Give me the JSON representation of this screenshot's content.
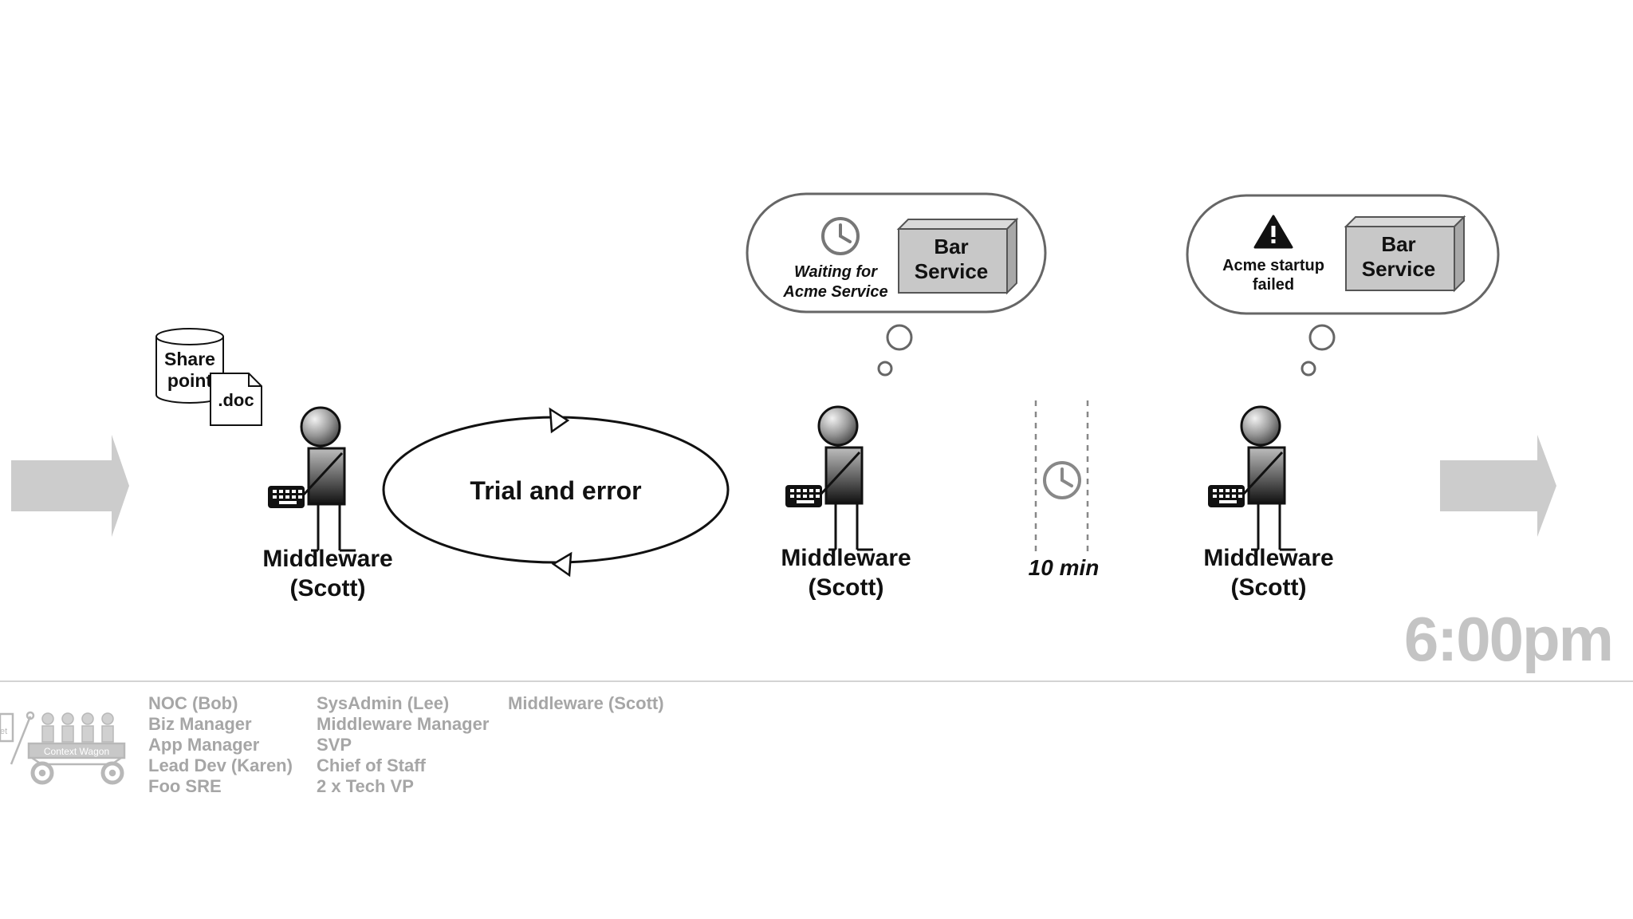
{
  "store": {
    "line1": "Share",
    "line2": "point",
    "doc": ".doc"
  },
  "loop": {
    "label": "Trial and error"
  },
  "actors": [
    {
      "line1": "Middleware",
      "line2": "(Scott)"
    },
    {
      "line1": "Middleware",
      "line2": "(Scott)"
    },
    {
      "line1": "Middleware",
      "line2": "(Scott)"
    }
  ],
  "thought1": {
    "status1": "Waiting for",
    "status2": "Acme Service",
    "box1": "Bar",
    "box2": "Service",
    "icon": "clock-icon"
  },
  "thought2": {
    "status1": "Acme startup",
    "status2": "failed",
    "box1": "Bar",
    "box2": "Service",
    "icon": "warning-icon"
  },
  "wait": {
    "label": "10 min",
    "icon": "clock-icon"
  },
  "time": "6:00pm",
  "wagon": {
    "label": "Context Wagon",
    "partial": "et"
  },
  "roster": [
    [
      "NOC (Bob)",
      "Biz Manager",
      "App Manager",
      "Lead Dev (Karen)",
      "Foo SRE"
    ],
    [
      "SysAdmin (Lee)",
      "Middleware Manager",
      "SVP",
      "Chief of Staff",
      "2 x Tech VP"
    ],
    [
      "Middleware (Scott)"
    ]
  ],
  "colors": {
    "arrow": "#cccccc",
    "muted": "#a6a6a6",
    "box": "#c8c8c8",
    "ink": "#111111"
  }
}
